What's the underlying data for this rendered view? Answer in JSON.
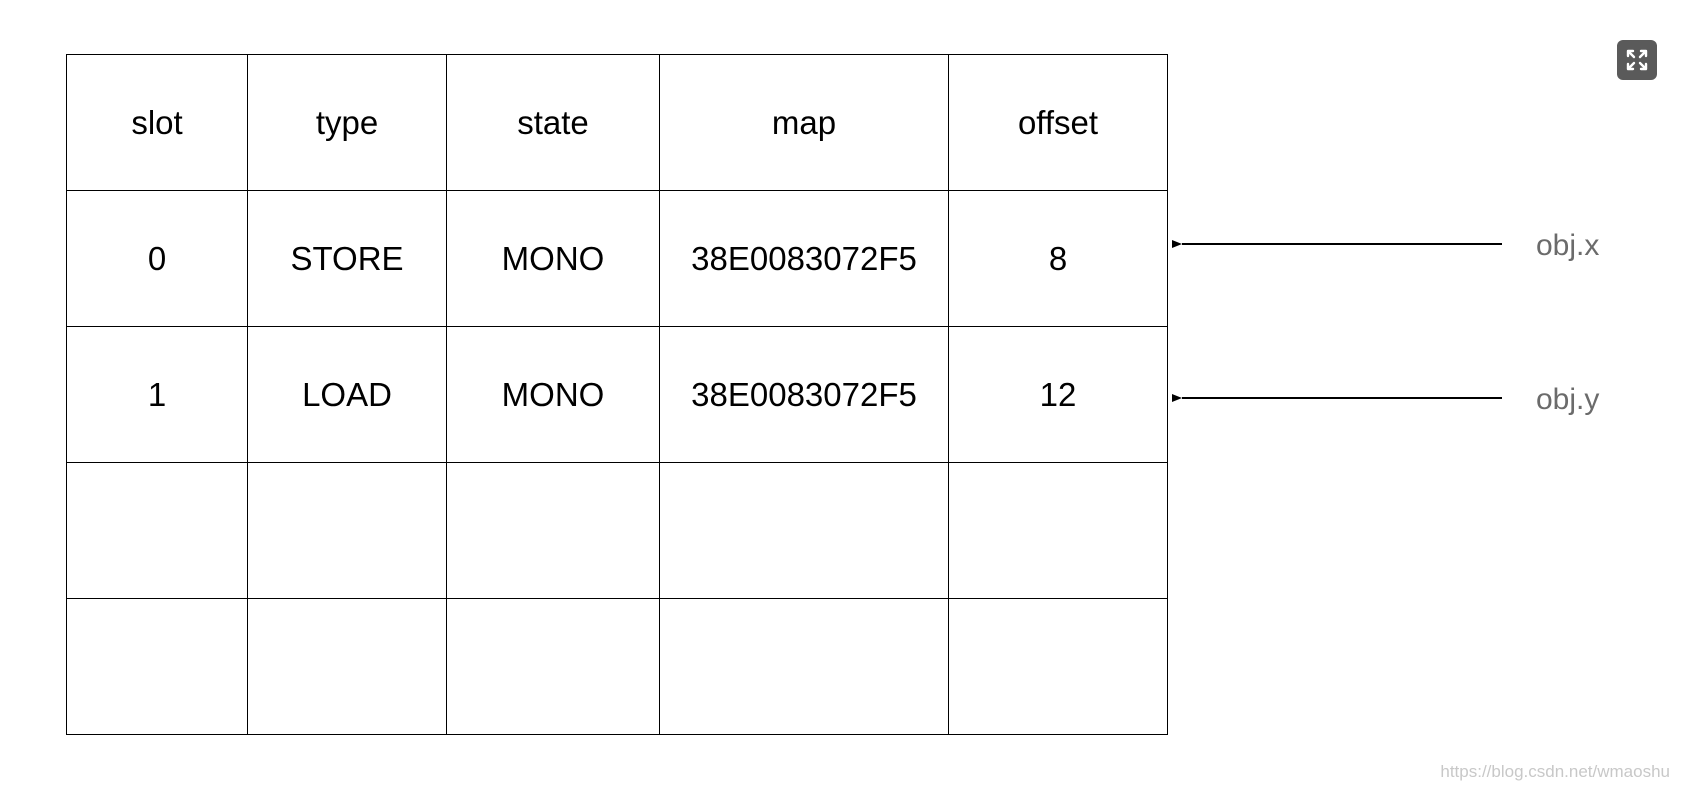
{
  "table": {
    "headers": [
      "slot",
      "type",
      "state",
      "map",
      "offset"
    ],
    "rows": [
      [
        "0",
        "STORE",
        "MONO",
        "38E0083072F5",
        "8"
      ],
      [
        "1",
        "LOAD",
        "MONO",
        "38E0083072F5",
        "12"
      ],
      [
        "",
        "",
        "",
        "",
        ""
      ],
      [
        "",
        "",
        "",
        "",
        ""
      ]
    ]
  },
  "annotations": [
    {
      "label": "obj.x",
      "row": 0
    },
    {
      "label": "obj.y",
      "row": 1
    }
  ],
  "colors": {
    "border": "#000000",
    "annotation_text": "#6b6b6b",
    "button_bg": "#5a5a5a",
    "watermark": "#c8c8c8"
  },
  "icons": {
    "expand": "expand-icon",
    "arrow": "arrow-left-icon"
  },
  "watermark": "https://blog.csdn.net/wmaoshu"
}
